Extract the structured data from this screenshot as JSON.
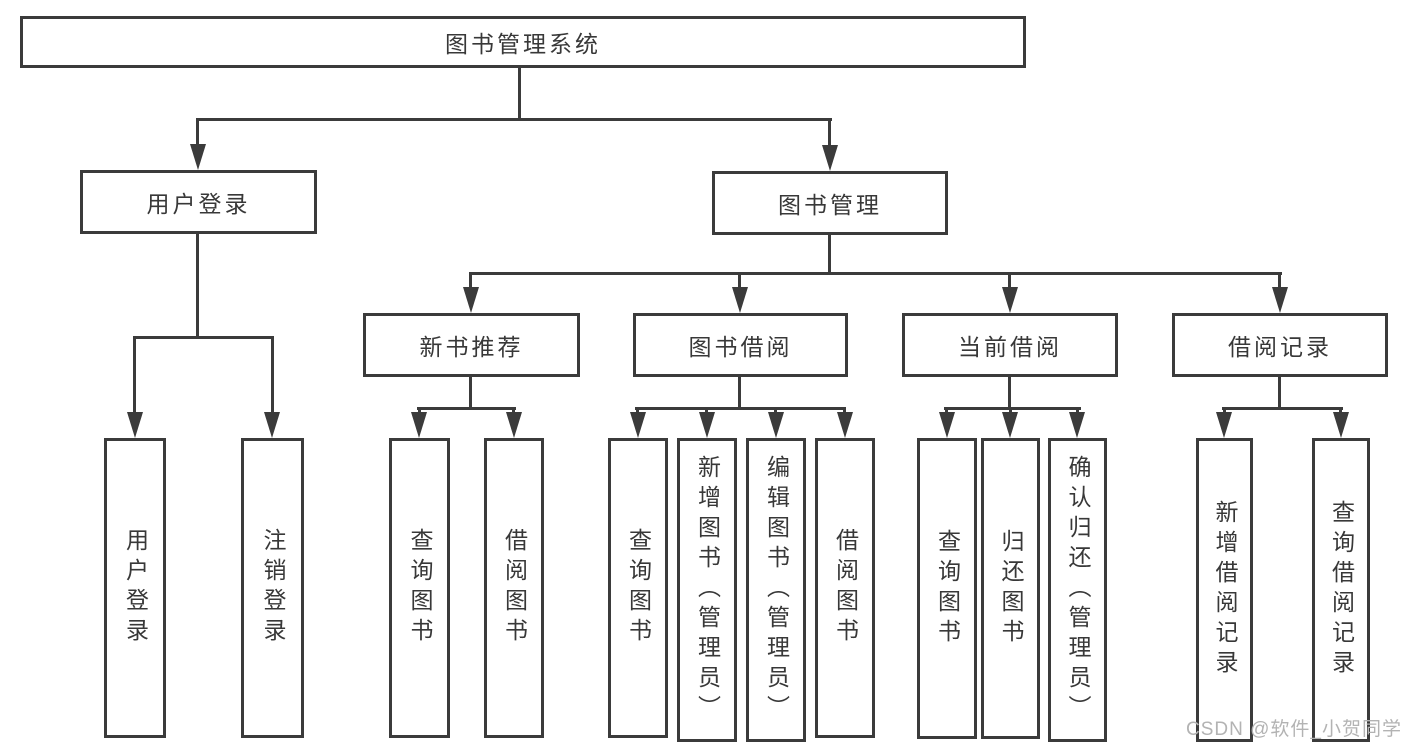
{
  "diagram_type": "hierarchy-tree",
  "colors": {
    "line": "#3b3b3b",
    "box_border": "#3b3b3b",
    "box_background": "#ffffff",
    "text": "#383838",
    "watermark": "#b3b3b3"
  },
  "tree": {
    "root": "图书管理系统",
    "children": [
      {
        "label": "用户登录",
        "children": [
          {
            "label": "用户登录"
          },
          {
            "label": "注销登录"
          }
        ]
      },
      {
        "label": "图书管理",
        "children": [
          {
            "label": "新书推荐",
            "children": [
              {
                "label": "查询图书"
              },
              {
                "label": "借阅图书"
              }
            ]
          },
          {
            "label": "图书借阅",
            "children": [
              {
                "label": "查询图书"
              },
              {
                "label": "新增图书（管理员）"
              },
              {
                "label": "编辑图书（管理员）"
              },
              {
                "label": "借阅图书"
              }
            ]
          },
          {
            "label": "当前借阅",
            "children": [
              {
                "label": "查询图书"
              },
              {
                "label": "归还图书"
              },
              {
                "label": "确认归还（管理员）"
              }
            ]
          },
          {
            "label": "借阅记录",
            "children": [
              {
                "label": "新增借阅记录"
              },
              {
                "label": "查询借阅记录"
              }
            ]
          }
        ]
      }
    ]
  },
  "watermark": {
    "text": "CSDN @软件_小贺同学"
  }
}
